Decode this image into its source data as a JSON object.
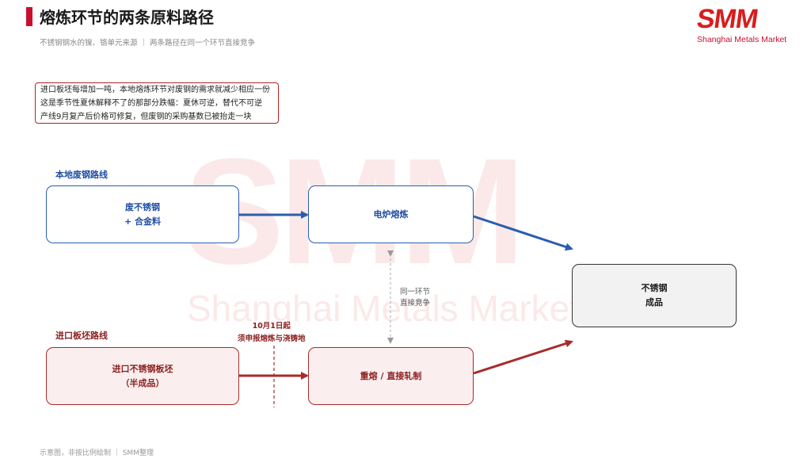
{
  "header": {
    "title": "熔炼环节的两条原料路径",
    "subtitle": "不锈钢钢水的镍、铬单元来源 ｜ 两条路径在同一个环节直接竞争"
  },
  "logo": {
    "mark": "SMM",
    "name": "Shanghai Metals Market"
  },
  "note": {
    "lines": [
      "进口板坯每增加一吨，本地熔炼环节对废钢的需求就减少相应一份",
      "这是季节性夏休解释不了的那部分跌幅：夏休可逆，替代不可逆",
      "产线9月复产后价格可修复，但废钢的采购基数已被抬走一块"
    ]
  },
  "watermark": {
    "mark": "SMM",
    "text": "Shanghai Metals Market"
  },
  "lanes": {
    "local": {
      "label": "本地废钢路线",
      "source": {
        "line1": "废不锈钢",
        "line2": "+ 合金料"
      },
      "process": {
        "line1": "电炉熔炼"
      }
    },
    "import": {
      "label": "进口板坯路线",
      "source": {
        "line1": "进口不锈钢板坯",
        "line2": "（半成品）"
      },
      "process": {
        "line1": "重熔 / 直接轧制"
      }
    }
  },
  "output": {
    "line1": "不锈钢",
    "line2": "成品"
  },
  "competition_note": {
    "line1": "同一环节",
    "line2": "直接竞争"
  },
  "date_note": {
    "line1": "10月1日起",
    "line2": "须申报熔炼与浇铸地"
  },
  "footer": "示意图，非按比例绘制 ｜ SMM整理",
  "colors": {
    "blue": "#2a5db0",
    "red": "#a82b2b",
    "brand": "#c8102e"
  }
}
